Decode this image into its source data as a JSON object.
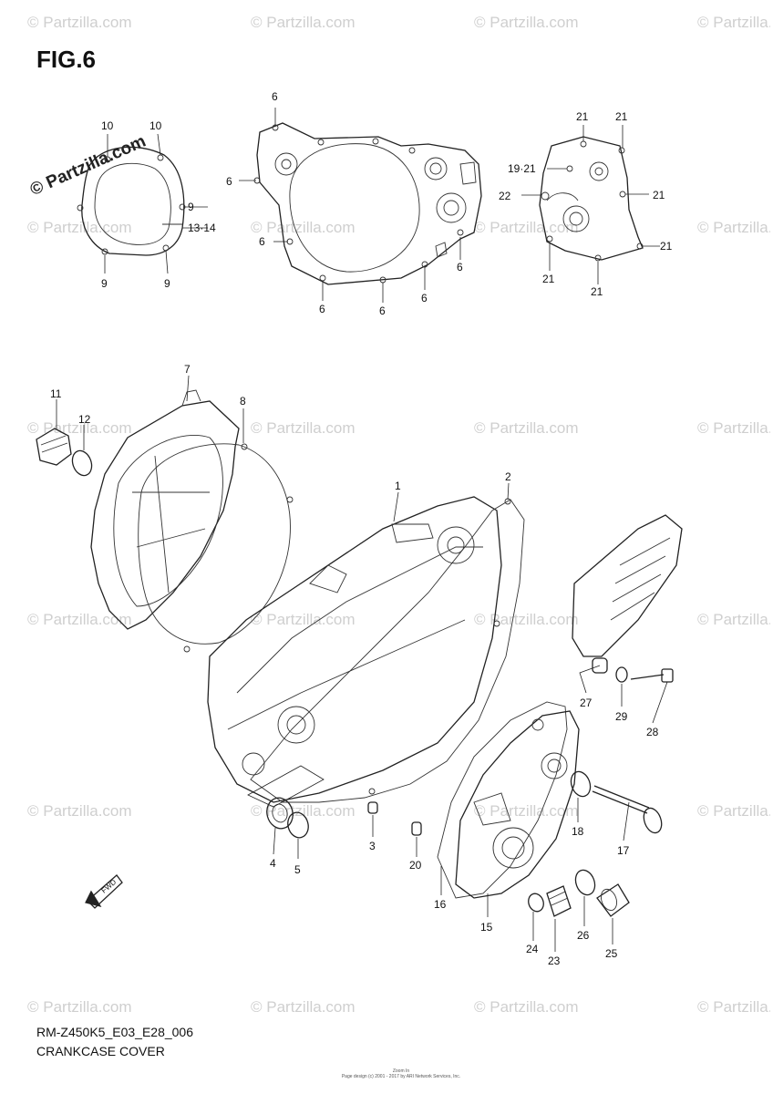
{
  "figure_title": "FIG.6",
  "footer": {
    "model_code": "RM-Z450K5_E03_E28_006",
    "section_name": "CRANKCASE COVER",
    "small_print_1": "Zoom In",
    "small_print_2": "Page design (c) 2001 - 2017 by ARI Network Services, Inc."
  },
  "watermark": {
    "text": "© Partzilla.com",
    "bold_text": "© Partzilla.com"
  },
  "callouts": [
    {
      "id": "c-10a",
      "label": "10"
    },
    {
      "id": "c-10b",
      "label": "10"
    },
    {
      "id": "c-9a",
      "label": "9"
    },
    {
      "id": "c-13-14",
      "label": "13·14"
    },
    {
      "id": "c-9b",
      "label": "9"
    },
    {
      "id": "c-9c",
      "label": "9"
    },
    {
      "id": "c-6a",
      "label": "6"
    },
    {
      "id": "c-6b",
      "label": "6"
    },
    {
      "id": "c-6c",
      "label": "6"
    },
    {
      "id": "c-6d",
      "label": "6"
    },
    {
      "id": "c-6e",
      "label": "6"
    },
    {
      "id": "c-6f",
      "label": "6"
    },
    {
      "id": "c-6g",
      "label": "6"
    },
    {
      "id": "c-21a",
      "label": "21"
    },
    {
      "id": "c-21b",
      "label": "21"
    },
    {
      "id": "c-19-21",
      "label": "19·21"
    },
    {
      "id": "c-22",
      "label": "22"
    },
    {
      "id": "c-21c",
      "label": "21"
    },
    {
      "id": "c-21d",
      "label": "21"
    },
    {
      "id": "c-21e",
      "label": "21"
    },
    {
      "id": "c-21f",
      "label": "21"
    },
    {
      "id": "c-11",
      "label": "11"
    },
    {
      "id": "c-12",
      "label": "12"
    },
    {
      "id": "c-7",
      "label": "7"
    },
    {
      "id": "c-8",
      "label": "8"
    },
    {
      "id": "c-1",
      "label": "1"
    },
    {
      "id": "c-2",
      "label": "2"
    },
    {
      "id": "c-27",
      "label": "27"
    },
    {
      "id": "c-29",
      "label": "29"
    },
    {
      "id": "c-28",
      "label": "28"
    },
    {
      "id": "c-18",
      "label": "18"
    },
    {
      "id": "c-17",
      "label": "17"
    },
    {
      "id": "c-4",
      "label": "4"
    },
    {
      "id": "c-5",
      "label": "5"
    },
    {
      "id": "c-3",
      "label": "3"
    },
    {
      "id": "c-20",
      "label": "20"
    },
    {
      "id": "c-16",
      "label": "16"
    },
    {
      "id": "c-15",
      "label": "15"
    },
    {
      "id": "c-24",
      "label": "24"
    },
    {
      "id": "c-23",
      "label": "23"
    },
    {
      "id": "c-26",
      "label": "26"
    },
    {
      "id": "c-25",
      "label": "25"
    }
  ],
  "fwd_label": "FWD"
}
